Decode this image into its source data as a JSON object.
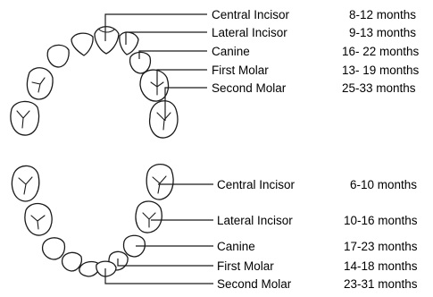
{
  "upper_arch": {
    "rows": [
      {
        "tooth": "Central Incisor",
        "age": "8-12 months"
      },
      {
        "tooth": "Lateral Incisor",
        "age": "9-13 months"
      },
      {
        "tooth": "Canine",
        "age": "16- 22 months"
      },
      {
        "tooth": "First Molar",
        "age": "13- 19 months"
      },
      {
        "tooth": "Second Molar",
        "age": "25-33 months"
      }
    ]
  },
  "lower_arch": {
    "rows": [
      {
        "tooth": "Central Incisor",
        "age": "6-10 months"
      },
      {
        "tooth": "Lateral Incisor",
        "age": "10-16 months"
      },
      {
        "tooth": "Canine",
        "age": "17-23 months"
      },
      {
        "tooth": "First Molar",
        "age": "14-18 months"
      },
      {
        "tooth": "Second Molar",
        "age": "23-31 months"
      }
    ]
  }
}
